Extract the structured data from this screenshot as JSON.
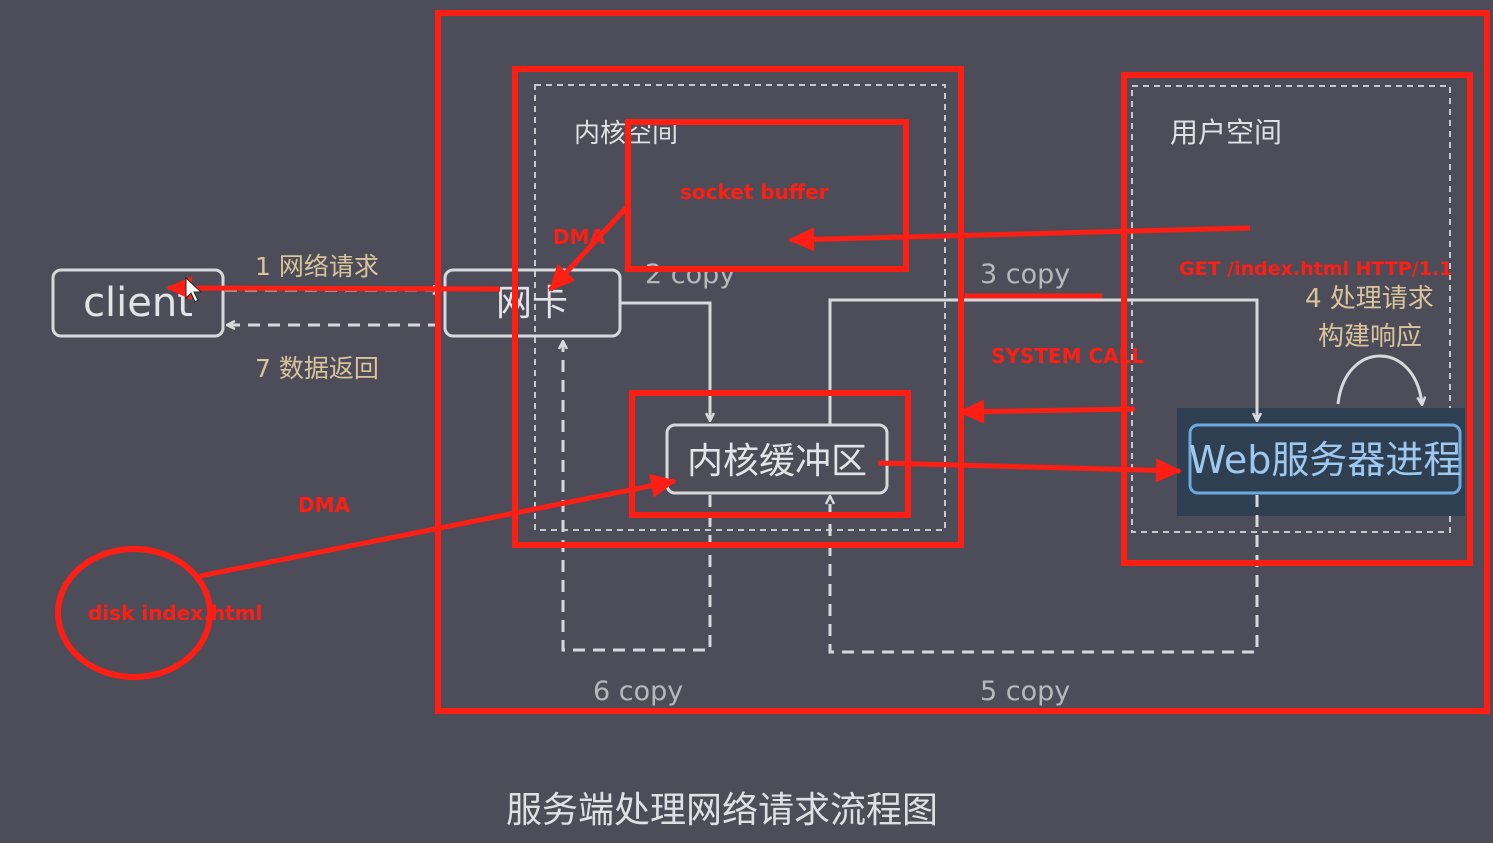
{
  "title": "服务端处理网络请求流程图",
  "regions": {
    "kernel_space": "内核空间",
    "user_space": "用户空间"
  },
  "nodes": {
    "client": "client",
    "nic": "网卡",
    "kernel_buffer": "内核缓冲区",
    "web_server": "Web服务器进程"
  },
  "steps": {
    "s1": "1 网络请求",
    "s2": "2 copy",
    "s3": "3 copy",
    "s4a": "4 处理请求",
    "s4b": "构建响应",
    "s5": "5 copy",
    "s6": "6 copy",
    "s7": "7 数据返回"
  },
  "annotations": {
    "socket_buffer": "socket buffer",
    "dma_top": "DMA",
    "dma_bottom": "DMA",
    "get_request": "GET /index.html  HTTP/1.1",
    "system_call": "SYSTEM CALL",
    "disk": "disk  index.html"
  },
  "colors": {
    "background": "#4c4d58",
    "box_stroke": "#d8d8dc",
    "step_text": "#d9c39c",
    "annotation_red": "#ff1e14",
    "web_server_fill": "#2f3f52",
    "web_server_stroke": "#6fa8dc",
    "web_server_text": "#9fc8ee"
  }
}
